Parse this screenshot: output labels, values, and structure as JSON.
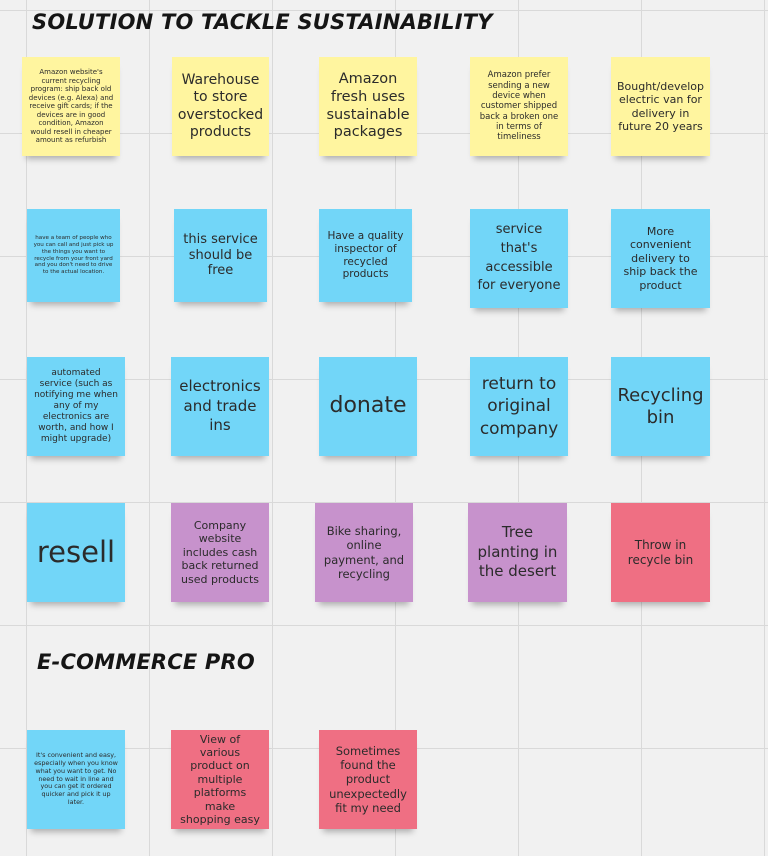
{
  "sections": {
    "sustainability_title": "SOLUTION TO TACKLE SUSTAINABILITY",
    "ecommerce_title": "E-COMMERCE PRO"
  },
  "colors": {
    "yellow": "#fff59f",
    "blue": "#72d6f8",
    "purple": "#c792cc",
    "red": "#ef6f83",
    "grid": "#d9d9d9",
    "background": "#f1f1f1"
  },
  "notes": {
    "n1": "Amazon website's current recycling program: ship back old devices (e.g. Alexa) and receive gift cards; if the devices are in good condition, Amazon would resell in cheaper amount as refurbish",
    "n2": "Warehouse to store overstocked products",
    "n3": "Amazon fresh uses sustainable packages",
    "n4": "Amazon prefer sending a new device when customer shipped back a broken one in terms of timeliness",
    "n5": "Bought/develop electric van for delivery in future 20 years",
    "n6": "have a team of people who you can call and just pick up the things you want to recycle from your front yard and you don't need to drive to the actual location.",
    "n7": "this service should be free",
    "n8": "Have a quality inspector of recycled products",
    "n9": "service that's accessible for everyone",
    "n10": "More convenient delivery to ship back the product",
    "n11": "automated service (such as notifying me when any of my electronics are worth, and how I might upgrade)",
    "n12": "electronics and trade ins",
    "n13": "donate",
    "n14": "return to original company",
    "n15": "Recycling bin",
    "n16": "resell",
    "n17": "Company website includes cash back returned used products",
    "n18": "Bike sharing, online payment, and recycling",
    "n19": "Tree planting in the desert",
    "n20": "Throw in recycle bin",
    "n21": "It's convenient and easy, especially when you know what you want to get. No need to wait in line and you can get it ordered quicker and  pick it up later.",
    "n22": "View of various product on multiple platforms make shopping easy",
    "n23": "Sometimes found the product unexpectedly fit my need"
  }
}
